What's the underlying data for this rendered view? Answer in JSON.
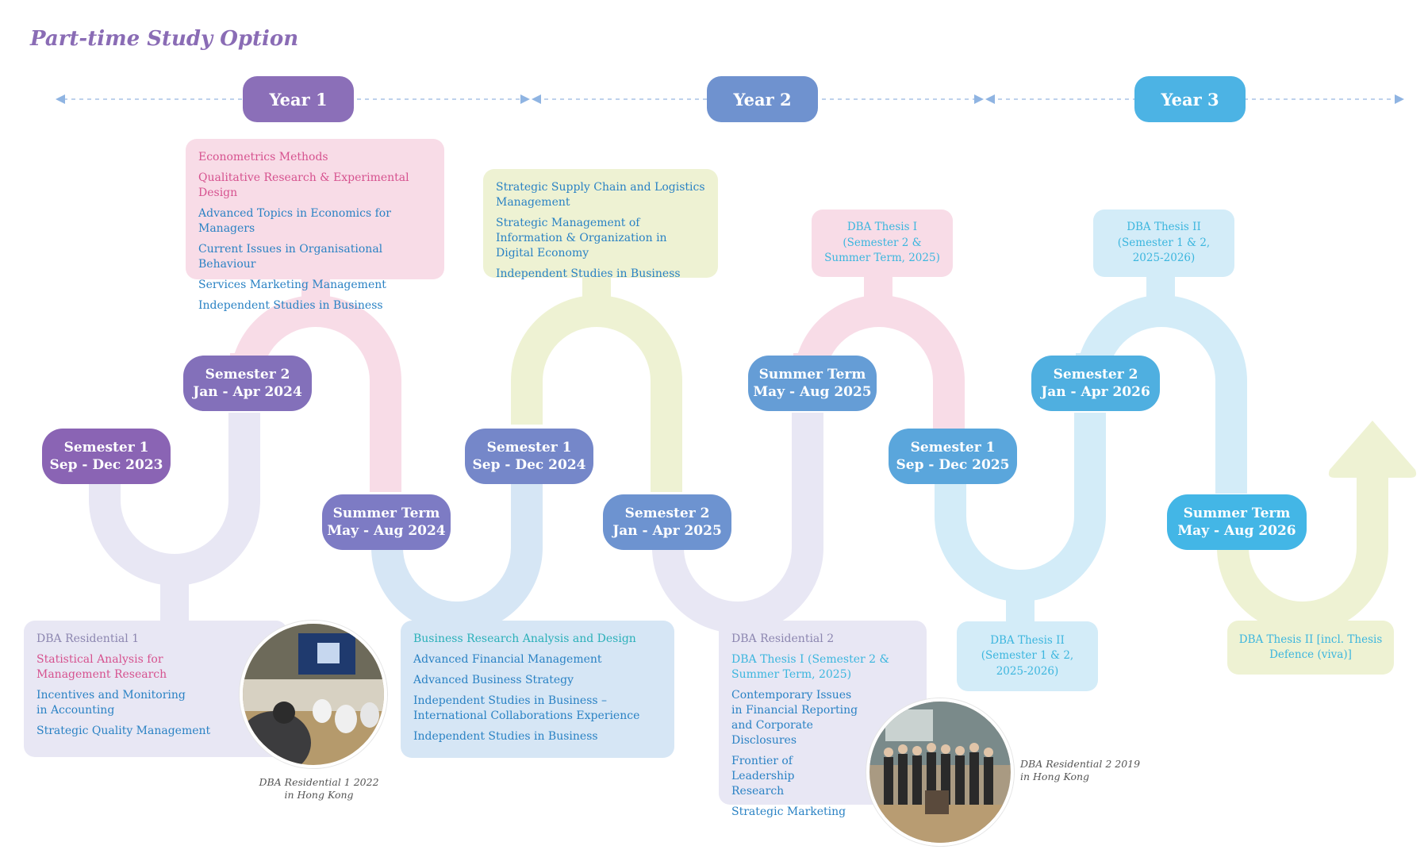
{
  "title": "Part-time Study Option",
  "years": [
    {
      "label": "Year 1",
      "color": "#8b6fb8"
    },
    {
      "label": "Year 2",
      "color": "#6f92cf"
    },
    {
      "label": "Year 3",
      "color": "#4cb3e4"
    }
  ],
  "terms": [
    {
      "name": "Semester 1",
      "dates": "Sep - Dec 2023",
      "color": "#8a64b4"
    },
    {
      "name": "Semester 2",
      "dates": "Jan - Apr 2024",
      "color": "#8370ba"
    },
    {
      "name": "Summer Term",
      "dates": "May - Aug 2024",
      "color": "#7d7bc4"
    },
    {
      "name": "Semester 1",
      "dates": "Sep - Dec 2024",
      "color": "#7587c9"
    },
    {
      "name": "Semester 2",
      "dates": "Jan - Apr 2025",
      "color": "#6d93d0"
    },
    {
      "name": "Summer Term",
      "dates": "May - Aug 2025",
      "color": "#659dd6"
    },
    {
      "name": "Semester 1",
      "dates": "Sep - Dec 2025",
      "color": "#5aa6dc"
    },
    {
      "name": "Semester 2",
      "dates": "Jan - Apr 2026",
      "color": "#4fafe0"
    },
    {
      "name": "Summer Term",
      "dates": "May - Aug 2026",
      "color": "#43b6e6"
    }
  ],
  "sem2_2024_courses": [
    "Econometrics Methods",
    "Qualitative Research & Experimental Design",
    "Advanced Topics in Economics for Managers",
    "Current Issues in Organisational Behaviour",
    "Services Marketing Management",
    "Independent Studies in Business"
  ],
  "sem1_2024_courses": [
    "Strategic Supply Chain and Logistics Management",
    "Strategic Management of Information & Organization in Digital Economy",
    "Independent Studies in Business"
  ],
  "summer_2025_top": "DBA Thesis I (Semester 2 & Summer Term, 2025)",
  "sem2_2026_top": "DBA Thesis II (Semester 1 & 2, 2025-2026)",
  "residential1": {
    "heading": "DBA Residential 1",
    "courses": [
      "Statistical Analysis for Management Research",
      "Incentives and Monitoring in Accounting",
      "Strategic Quality Management"
    ],
    "caption_line1": "DBA Residential 1 2022",
    "caption_line2": "in Hong Kong"
  },
  "summer2024_courses": [
    "Business Research Analysis and Design",
    "Advanced Financial Management",
    "Advanced Business Strategy",
    "Independent Studies in Business – International Collaborations Experience",
    "Independent Studies in Business"
  ],
  "residential2": {
    "heading": "DBA Residential 2",
    "courses": [
      "DBA Thesis I (Semester 2 & Summer Term, 2025)",
      "Contemporary Issues in Financial Reporting and Corporate Disclosures",
      "Frontier of Leadership Research",
      "Strategic Marketing"
    ],
    "caption_line1": "DBA Residential 2 2019",
    "caption_line2": "in Hong Kong"
  },
  "sem1_2025_bottom": "DBA Thesis II (Semester 1 & 2, 2025-2026)",
  "summer_2026_bottom": "DBA Thesis II [incl. Thesis Defence (viva)]",
  "colors": {
    "pink_box": "#f8dce7",
    "lime_box": "#eef2d3",
    "lavender_box": "#e8e6f4",
    "blue_box": "#d6e6f5",
    "cyan_box": "#d3ecf8"
  }
}
